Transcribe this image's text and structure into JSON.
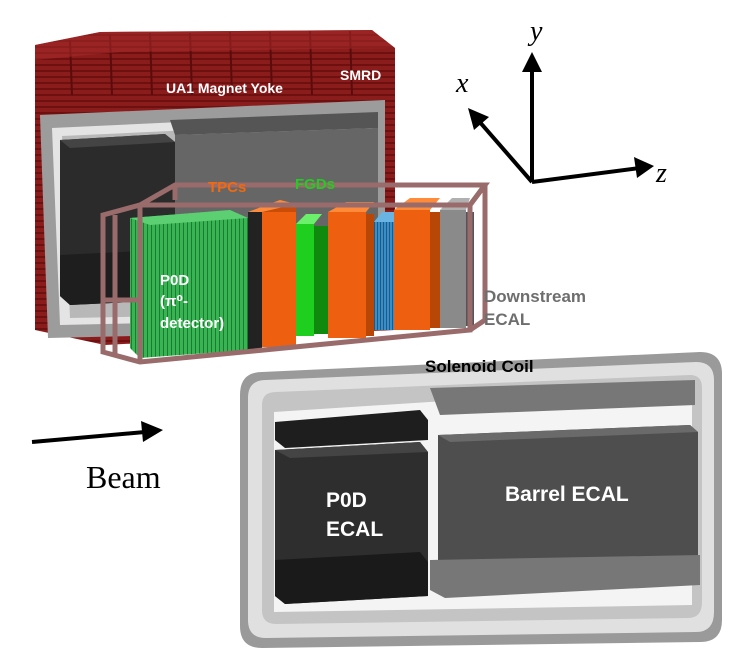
{
  "labels": {
    "magnet_yoke": "UA1 Magnet Yoke",
    "smrd": "SMRD",
    "tpcs": "TPCs",
    "fgds": "FGDs",
    "p0d_line1": "P0D",
    "p0d_line2": "(π⁰-",
    "p0d_line3": "detector)",
    "downstream_line1": "Downstream",
    "downstream_line2": "ECAL",
    "solenoid_coil": "Solenoid Coil",
    "p0d_ecal_line1": "P0D",
    "p0d_ecal_line2": "ECAL",
    "barrel_ecal": "Barrel ECAL",
    "beam": "Beam"
  },
  "axes": {
    "x": "x",
    "y": "y",
    "z": "z"
  },
  "colors": {
    "yoke_red": "#8b1c1c",
    "tpc_orange": "#ee6010",
    "fgd_green": "#22dd22",
    "p0d_green": "#2fa84a",
    "frame_rose": "#9a6b6b",
    "coil_gray": "#c8c8c8",
    "dark_module": "#2e2e2e",
    "ecal_gray": "#6e6e6e",
    "label_orange": "#f06a10",
    "label_green": "#22cc22",
    "label_gray": "#6e6e6e"
  }
}
